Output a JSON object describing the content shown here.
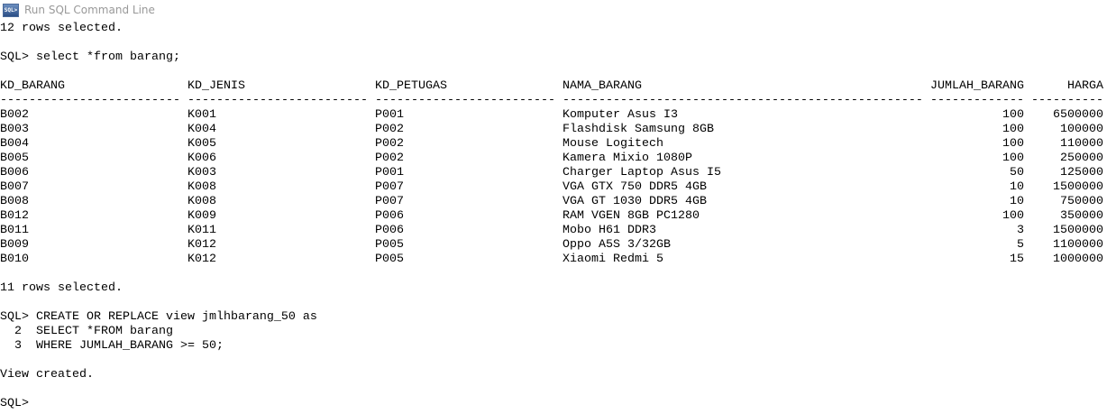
{
  "window": {
    "title": "Run SQL Command Line",
    "icon": "sql-icon",
    "icon_text": "SQL>"
  },
  "console": {
    "prev_result": "12 rows selected.",
    "query1": "SQL> select *from barang;",
    "columns": [
      {
        "name": "KD_BARANG",
        "width": 25,
        "align": "left"
      },
      {
        "name": "KD_JENIS",
        "width": 25,
        "align": "left"
      },
      {
        "name": "KD_PETUGAS",
        "width": 25,
        "align": "left"
      },
      {
        "name": "NAMA_BARANG",
        "width": 50,
        "align": "left"
      },
      {
        "name": "JUMLAH_BARANG",
        "width": 13,
        "align": "right"
      },
      {
        "name": "HARGA",
        "width": 10,
        "align": "right"
      }
    ],
    "rows": [
      [
        "B002",
        "K001",
        "P001",
        "Komputer Asus I3",
        "100",
        "6500000"
      ],
      [
        "B003",
        "K004",
        "P002",
        "Flashdisk Samsung 8GB",
        "100",
        "100000"
      ],
      [
        "B004",
        "K005",
        "P002",
        "Mouse Logitech",
        "100",
        "110000"
      ],
      [
        "B005",
        "K006",
        "P002",
        "Kamera Mixio 1080P",
        "100",
        "250000"
      ],
      [
        "B006",
        "K003",
        "P001",
        "Charger Laptop Asus I5",
        "50",
        "125000"
      ],
      [
        "B007",
        "K008",
        "P007",
        "VGA GTX 750 DDR5 4GB",
        "10",
        "1500000"
      ],
      [
        "B008",
        "K008",
        "P007",
        "VGA GT 1030 DDR5 4GB",
        "10",
        "750000"
      ],
      [
        "B012",
        "K009",
        "P006",
        "RAM VGEN 8GB PC1280",
        "100",
        "350000"
      ],
      [
        "B011",
        "K011",
        "P006",
        "Mobo H61 DDR3",
        "3",
        "1500000"
      ],
      [
        "B009",
        "K012",
        "P005",
        "Oppo A5S 3/32GB",
        "5",
        "1100000"
      ],
      [
        "B010",
        "K012",
        "P005",
        "Xiaomi Redmi 5",
        "15",
        "1000000"
      ]
    ],
    "result1": "11 rows selected.",
    "query2": [
      "SQL> CREATE OR REPLACE view jmlhbarang_50 as",
      "  2  SELECT *FROM barang",
      "  3  WHERE JUMLAH_BARANG >= 50;"
    ],
    "result2": "View created.",
    "prompt": "SQL>"
  }
}
